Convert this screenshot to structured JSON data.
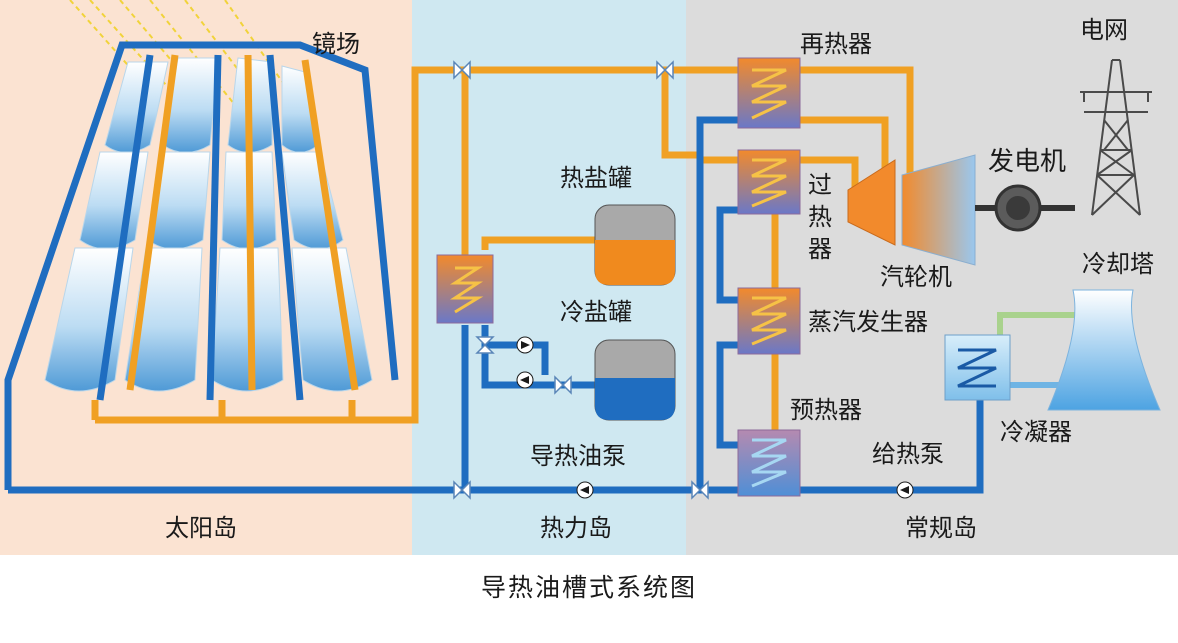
{
  "title": "导热油槽式系统图",
  "zones": {
    "solar": "太阳岛",
    "thermal": "热力岛",
    "conventional": "常规岛"
  },
  "labels": {
    "mirror_field": "镜场",
    "hot_salt_tank": "热盐罐",
    "cold_salt_tank": "冷盐罐",
    "oil_pump": "导热油泵",
    "reheater": "再热器",
    "superheater_1": "过",
    "superheater_2": "热",
    "superheater_3": "器",
    "steam_generator": "蒸汽发生器",
    "preheater": "预热器",
    "feed_pump": "给热泵",
    "generator": "发电机",
    "turbine": "汽轮机",
    "grid": "电网",
    "cooling_tower": "冷却塔",
    "condenser": "冷凝器"
  },
  "colors": {
    "solar_bg": "#fbe3d2",
    "thermal_bg": "#cfe8f1",
    "conventional_bg": "#dcdcdc",
    "hot_pipe": "#f0a023",
    "cold_pipe": "#1f6dc0"
  }
}
